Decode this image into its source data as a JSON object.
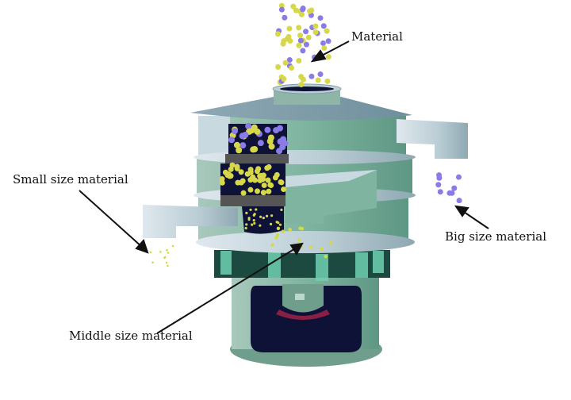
{
  "labels": {
    "material": "Material",
    "small": "Small size material",
    "big": "Big size material",
    "middle": "Middle size material"
  },
  "colors": {
    "yellow_particle": "#d6d84a",
    "purple_particle": "#8a7be6",
    "machine_green": "#7fb5a0",
    "machine_light": "#c9d9e0",
    "dark_panel": "#0e1236",
    "accent_red": "#8a1f45"
  }
}
